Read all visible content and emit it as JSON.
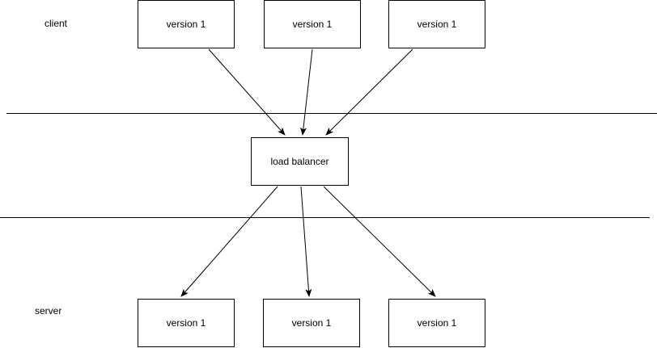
{
  "tiers": {
    "client": {
      "label": "client",
      "boxes": [
        "version 1",
        "version 1",
        "version 1"
      ]
    },
    "middle": {
      "label": "load balancer"
    },
    "server": {
      "label": "server",
      "boxes": [
        "version 1",
        "version 1",
        "version 1"
      ]
    }
  },
  "edges": [
    {
      "from": "client-1",
      "to": "load-balancer"
    },
    {
      "from": "client-2",
      "to": "load-balancer"
    },
    {
      "from": "client-3",
      "to": "load-balancer"
    },
    {
      "from": "load-balancer",
      "to": "server-1"
    },
    {
      "from": "load-balancer",
      "to": "server-2"
    },
    {
      "from": "load-balancer",
      "to": "server-3"
    }
  ],
  "colors": {
    "stroke": "#000000",
    "background": "#ffffff"
  }
}
